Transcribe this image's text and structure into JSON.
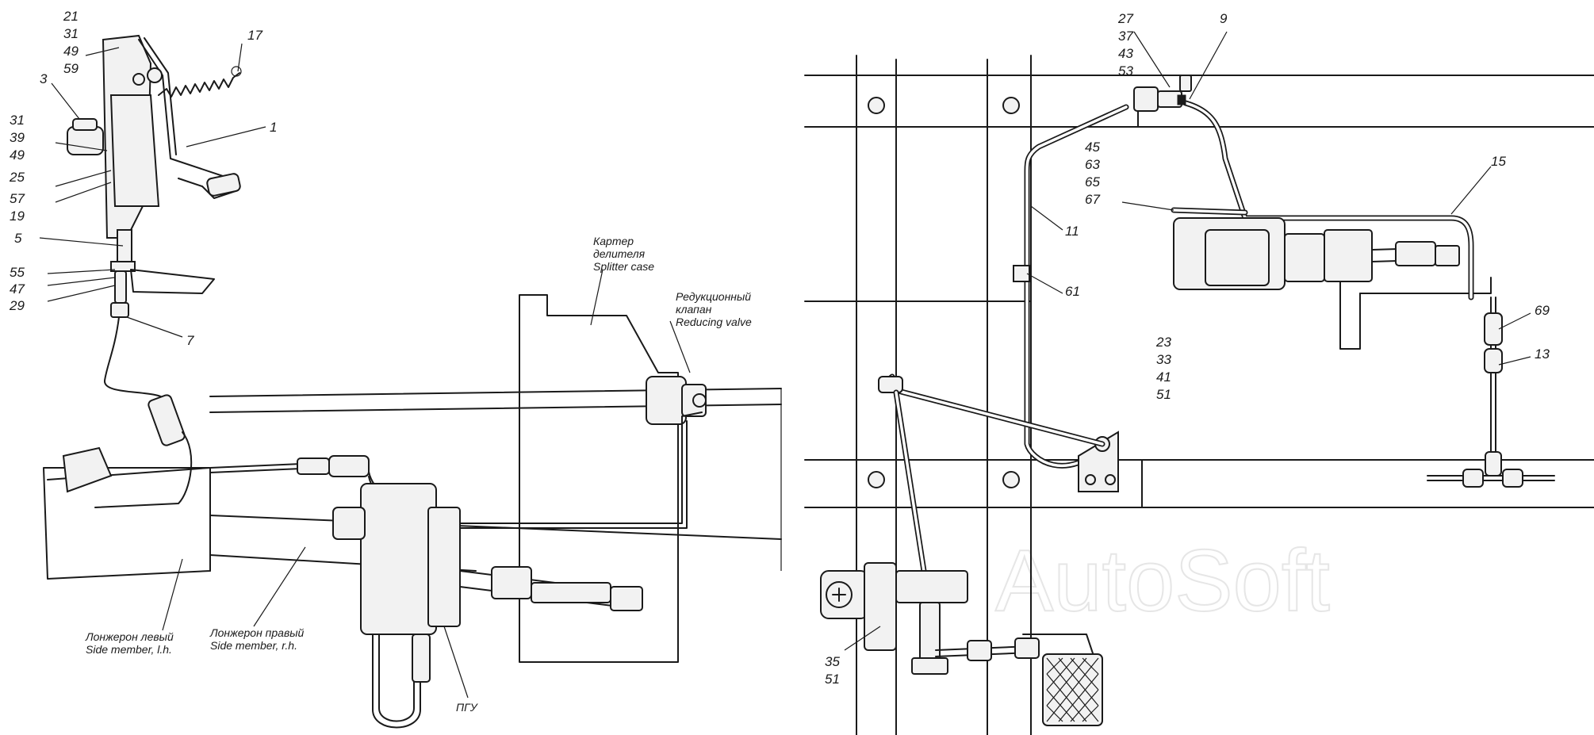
{
  "labels": {
    "n21": "21",
    "n31a": "31",
    "n49a": "49",
    "n59": "59",
    "n17": "17",
    "n3": "3",
    "n1": "1",
    "n31b": "31",
    "n39": "39",
    "n49b": "49",
    "n25": "25",
    "n57": "57",
    "n19": "19",
    "n5": "5",
    "n55": "55",
    "n47": "47",
    "n29": "29",
    "n7": "7",
    "n27": "27",
    "n37": "37",
    "n43": "43",
    "n53": "53",
    "n9": "9",
    "n15": "15",
    "n45": "45",
    "n63": "63",
    "n65": "65",
    "n67": "67",
    "n11": "11",
    "n61": "61",
    "n69": "69",
    "n13": "13",
    "n23": "23",
    "n33": "33",
    "n41": "41",
    "n51a": "51",
    "n35": "35",
    "n51b": "51"
  },
  "captions": {
    "splitter_ru1": "Картер",
    "splitter_ru2": "делителя",
    "splitter_en": "Splitter case",
    "reducing_ru1": "Редукционный",
    "reducing_ru2": "клапан",
    "reducing_en": "Reducing valve",
    "left_member_ru": "Лонжерон левый",
    "left_member_en": "Side member, l.h.",
    "right_member_ru": "Лонжерон правый",
    "right_member_en": "Side member, r.h.",
    "pgu": "ПГУ"
  },
  "watermark": "AutoSoft",
  "colors": {
    "ink": "#1a1a1a",
    "paper": "#ffffff",
    "watermark": "#e6e6e6"
  }
}
